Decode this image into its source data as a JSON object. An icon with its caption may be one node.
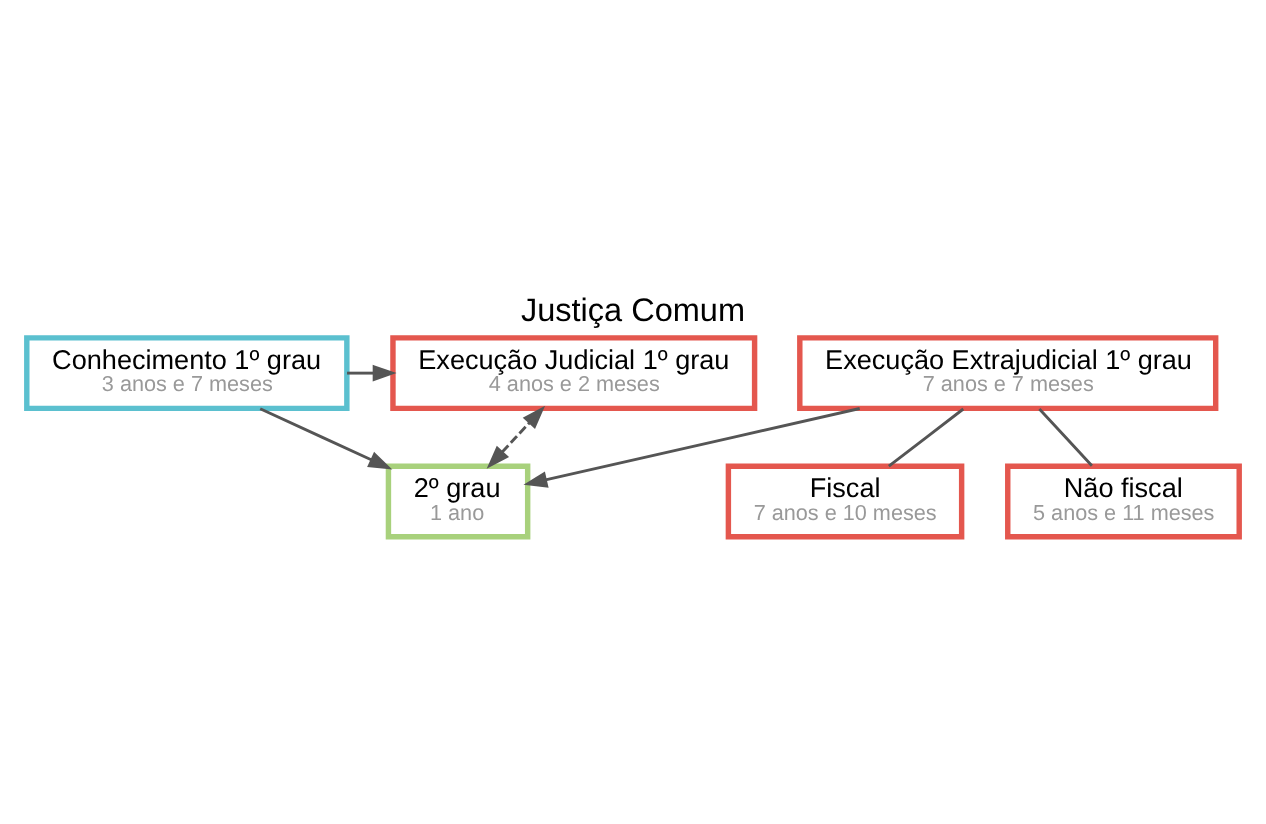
{
  "diagram": {
    "title": "Justiça Comum",
    "nodes": [
      {
        "text": [
          "2º grau",
          "1 ano"
        ]
      },
      {
        "text": [
          "Execução Judicial 1º grau",
          "4 anos e 2 meses"
        ]
      },
      {
        "text": [
          "Conhecimento 1º grau",
          "3 anos e 7 meses"
        ]
      },
      {
        "text": [
          "Execução Extrajudicial 1º grau",
          "7 anos e 7 meses"
        ]
      },
      {
        "text": [
          "Fiscal",
          "7 anos e 10 meses"
        ]
      },
      {
        "text": [
          "Não fiscal",
          "5 anos e 11 meses"
        ]
      }
    ],
    "edges": [
      {
        "from": 0,
        "to": 1,
        "arrow": "both",
        "style": "dashed"
      },
      {
        "from": 2,
        "to": 0,
        "arrow": "to"
      },
      {
        "from": 3,
        "to": 0,
        "arrow": "to"
      },
      {
        "from": 2,
        "to": 1,
        "arrow": "to"
      },
      {
        "from": 3,
        "to": 4,
        "arrow": "none"
      },
      {
        "from": 3,
        "to": 5,
        "arrow": "none"
      }
    ]
  }
}
